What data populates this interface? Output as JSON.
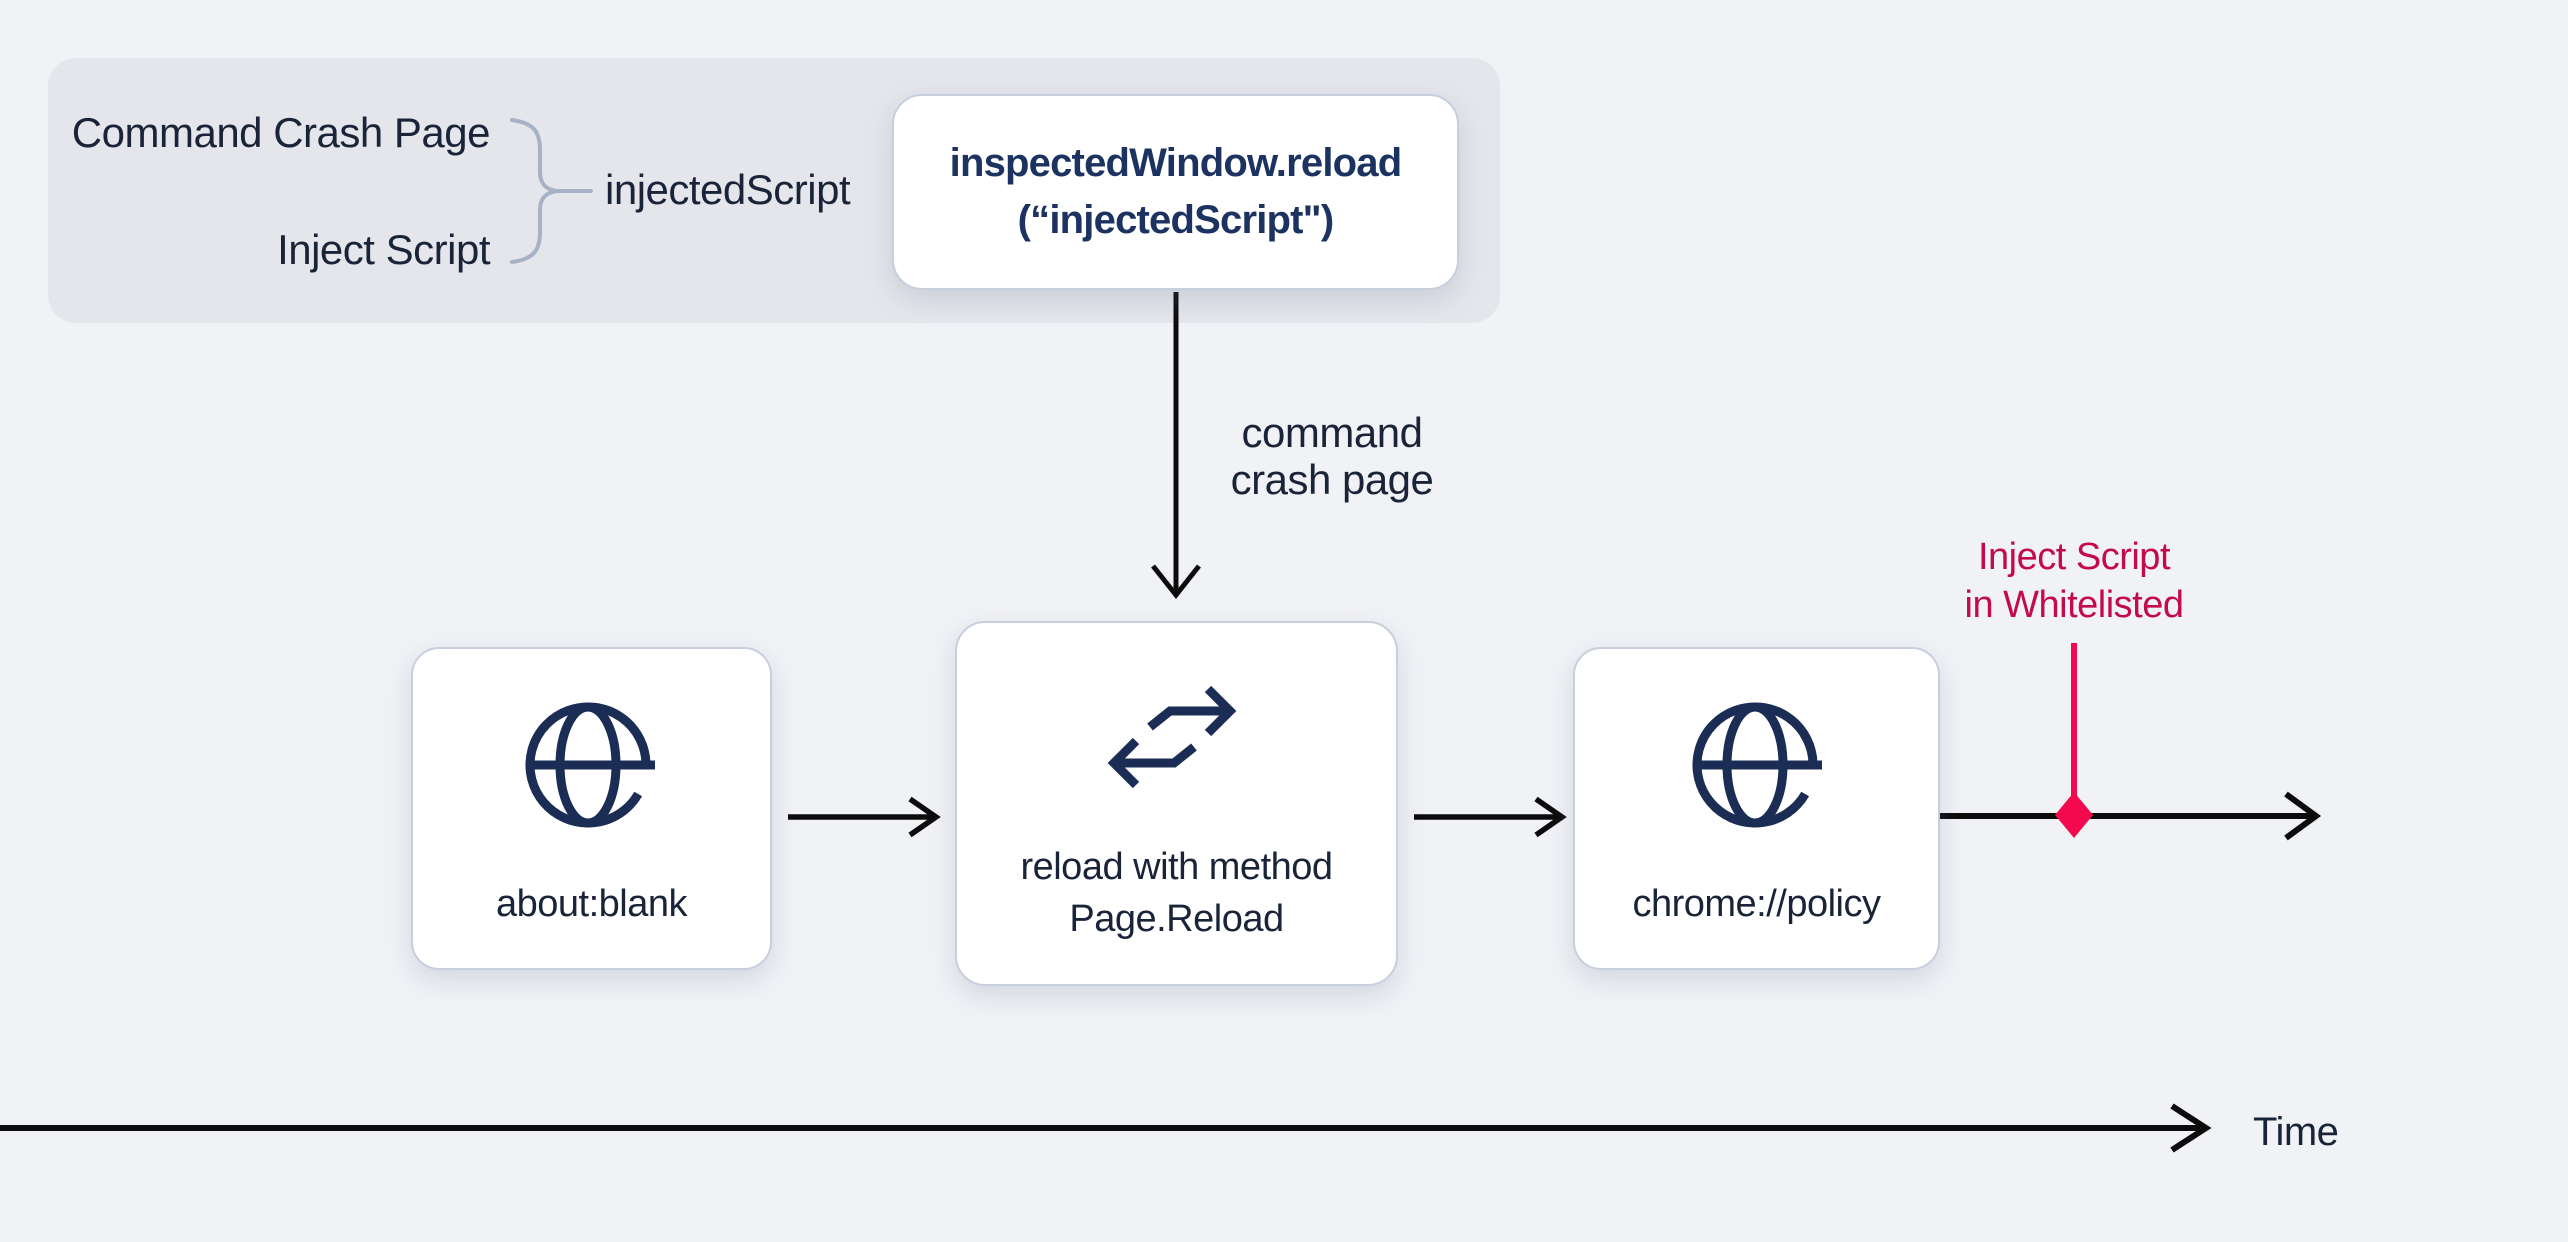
{
  "colors": {
    "background": "#f1f2f6",
    "panel": "#e5e6ec",
    "label_navy": "#1a2438",
    "title_navy": "#1c3261",
    "icon_navy": "#1b2c55",
    "arrow_black": "#0c0c0c",
    "marker_red": "#f5094e",
    "marker_text_red": "#c30b4a",
    "brace_gray": "#a8b2c6"
  },
  "legend": {
    "item1": "Command Crash Page",
    "item2": "Inject Script",
    "merged_param": "injectedScript"
  },
  "api_box": {
    "line1": "inspectedWindow.reload",
    "line2": "(“injectedScript\")"
  },
  "command_label": {
    "line1": "command",
    "line2": "crash page"
  },
  "nodes": {
    "about_blank": {
      "label": "about:blank"
    },
    "reload": {
      "line1": "reload with method",
      "line2": "Page.Reload"
    },
    "chrome_policy": {
      "label": "chrome://policy"
    }
  },
  "marker": {
    "line1": "Inject Script",
    "line2": "in Whitelisted"
  },
  "timeline": {
    "label": "Time"
  },
  "icons": {
    "globe": "globe-icon",
    "swap": "swap-arrows-icon"
  }
}
